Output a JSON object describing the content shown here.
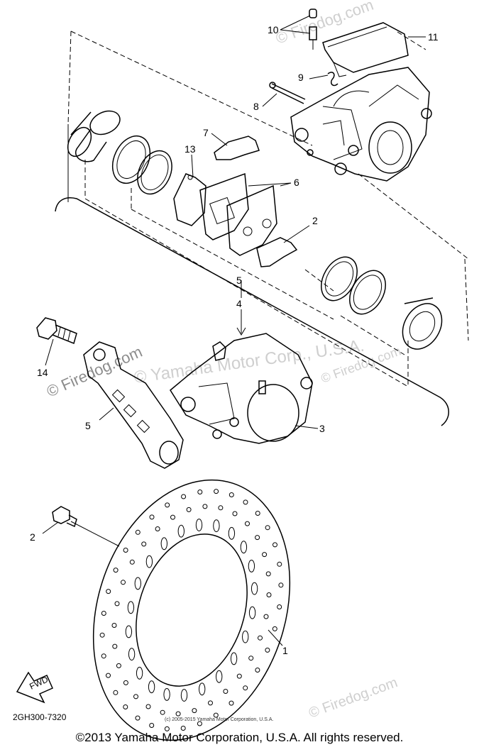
{
  "watermarks": {
    "top": "© Firedog.com",
    "middle_left": "© Firedog.com",
    "middle_band": "© Yamaha Motor Corp., U.S.A.",
    "right_mid": "© Firedog.com",
    "bottom_right": "© Firedog.com"
  },
  "callouts": [
    "1",
    "2",
    "2",
    "3",
    "4",
    "5",
    "5",
    "6",
    "7",
    "8",
    "9",
    "10",
    "11",
    "13",
    "14"
  ],
  "fwd_label": "FWD",
  "diagram_code": "2GH300-7320",
  "small_copyright": "(c) 2005-2015 Yamaha Motor Corporation, U.S.A.",
  "footer": "©2013 Yamaha Motor Corporation, U.S.A. All rights reserved.",
  "colors": {
    "line": "#000000",
    "watermark": "#cfcfcf",
    "background": "#ffffff"
  }
}
